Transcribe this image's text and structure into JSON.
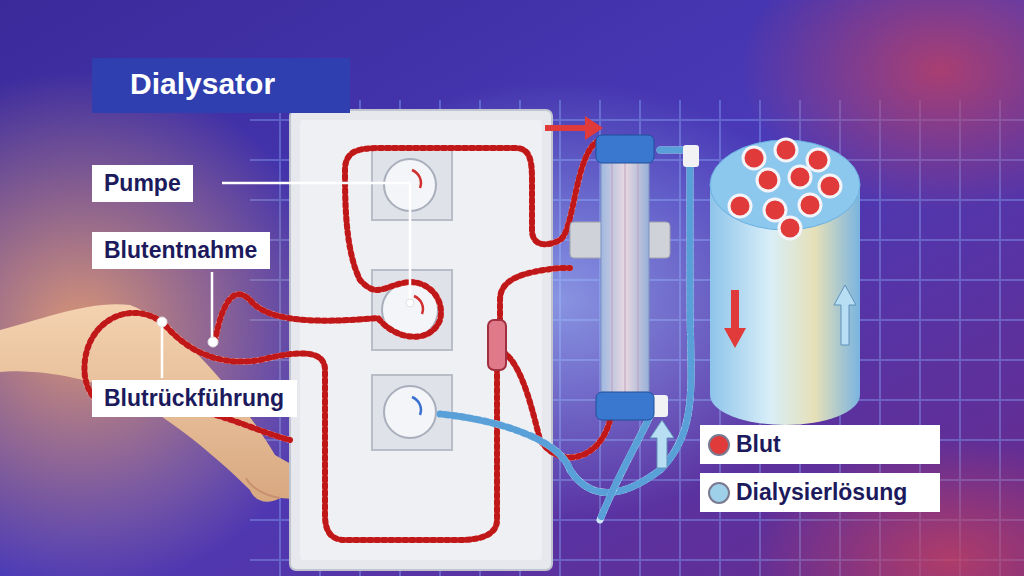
{
  "diagram": {
    "title": "Dialysator",
    "nodes": [
      {
        "text": [
          "Pumpe"
        ]
      },
      {
        "text": [
          "Blutentnahme"
        ]
      },
      {
        "text": [
          "Blutrückführung"
        ]
      }
    ],
    "legend": [
      {
        "text": "Blut",
        "color": "#e03a3a"
      },
      {
        "text": "Dialysierlösung",
        "color": "#9fd0ea"
      }
    ]
  }
}
